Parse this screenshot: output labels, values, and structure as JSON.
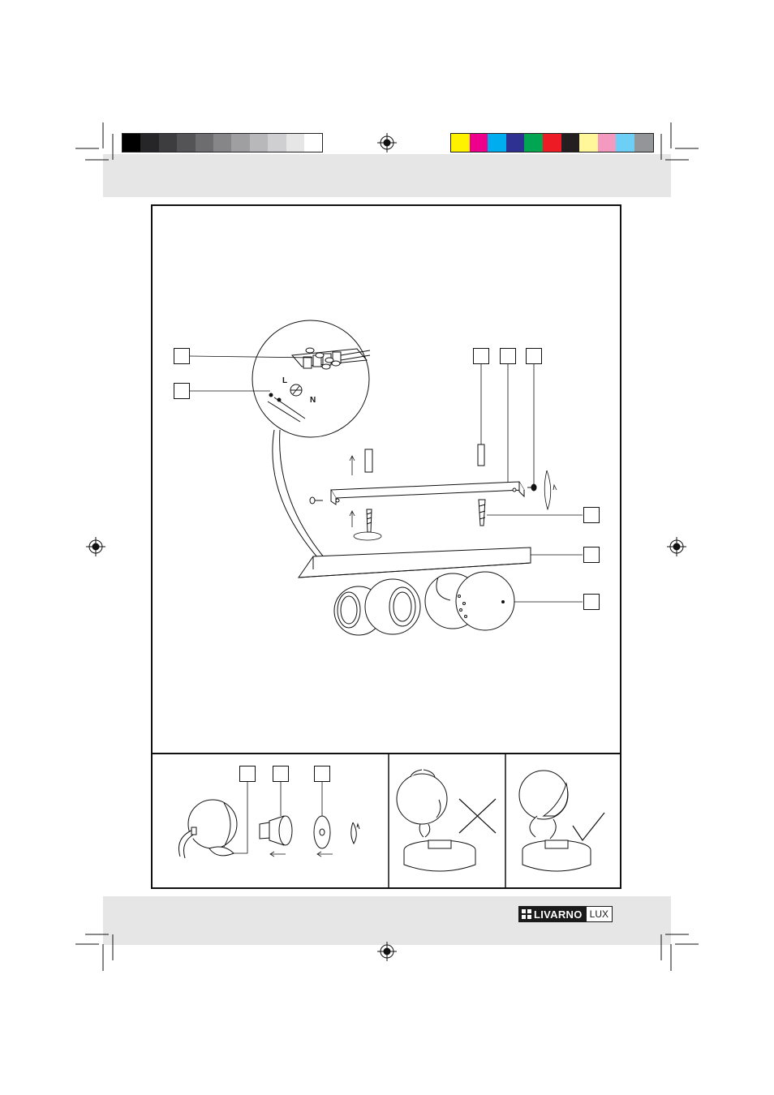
{
  "brand": {
    "name": "LIVARNO",
    "suffix": "LUX"
  },
  "wiring": {
    "live_label": "L",
    "neutral_label": "N"
  },
  "print_marks": {
    "gray_swatches": [
      "#000000",
      "#262628",
      "#3d3d3f",
      "#545456",
      "#6d6d6f",
      "#868688",
      "#9f9fa1",
      "#b8b8ba",
      "#cfcfd1",
      "#e6e6e7",
      "#ffffff"
    ],
    "color_swatches": [
      "#fff200",
      "#ec008c",
      "#00aeef",
      "#2e3192",
      "#00a651",
      "#ed1c24",
      "#231f20",
      "#fff799",
      "#f49ac1",
      "#6dcff6",
      "#939598"
    ]
  }
}
